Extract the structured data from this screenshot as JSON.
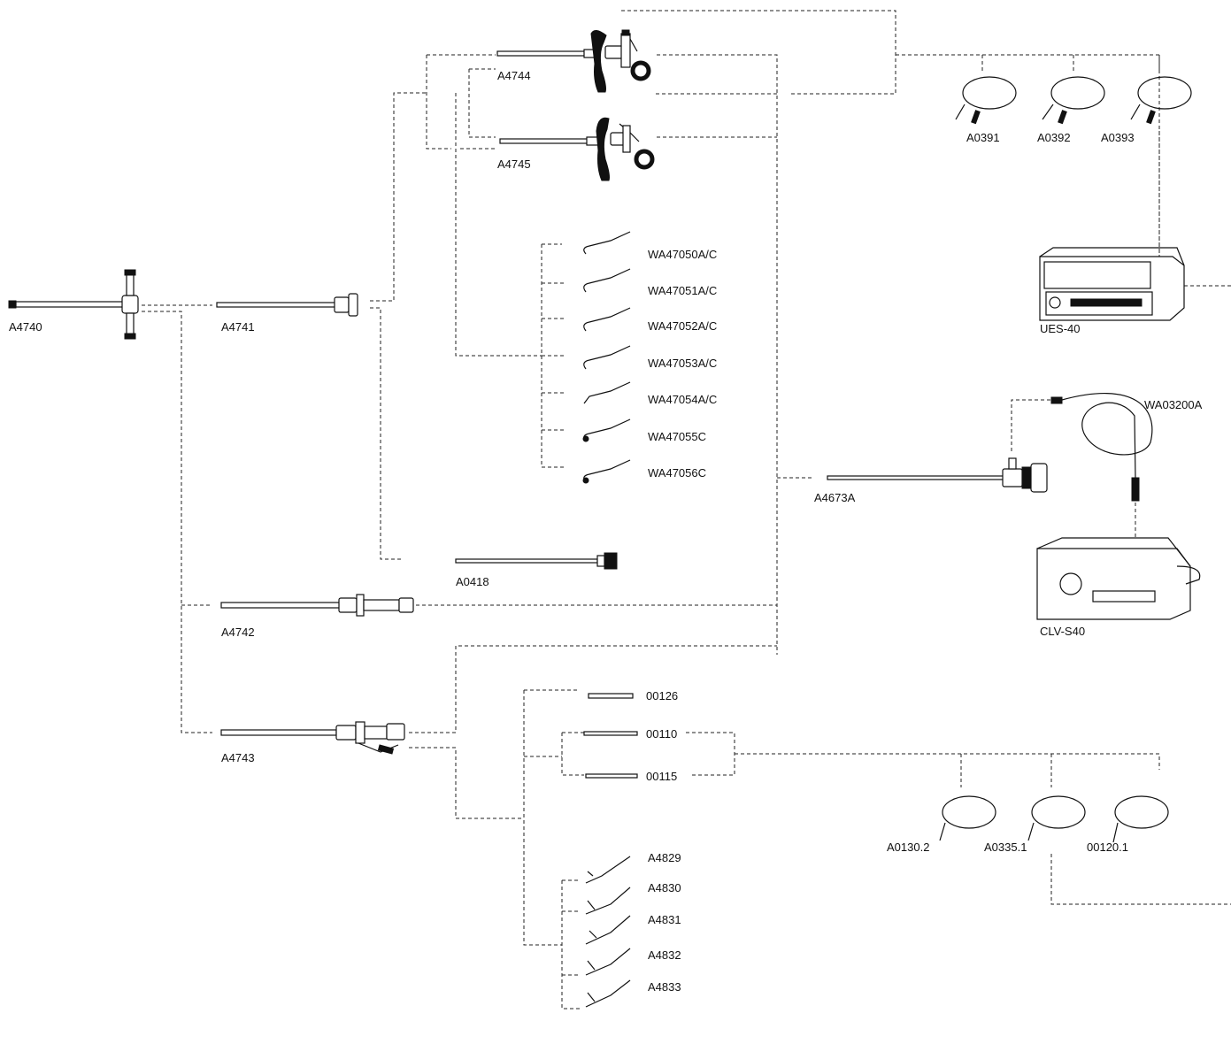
{
  "labels": {
    "A4740": "A4740",
    "A4741": "A4741",
    "A4742": "A4742",
    "A4743": "A4743",
    "A4744": "A4744",
    "A4745": "A4745",
    "A0418": "A0418",
    "A4673A": "A4673A",
    "WA03200A": "WA03200A",
    "UES40": "UES-40",
    "CLVS40": "CLV-S40",
    "A0391": "A0391",
    "A0392": "A0392",
    "A0393": "A0393",
    "WA47050AC": "WA47050A/C",
    "WA47051AC": "WA47051A/C",
    "WA47052AC": "WA47052A/C",
    "WA47053AC": "WA47053A/C",
    "WA47054AC": "WA47054A/C",
    "WA47055C": "WA47055C",
    "WA47056C": "WA47056C",
    "O0126": "00126",
    "O0110": "00110",
    "O0115": "00115",
    "A01302": "A0130.2",
    "A03351": "A0335.1",
    "O01201": "00120.1",
    "A4829": "A4829",
    "A4830": "A4830",
    "A4831": "A4831",
    "A4832": "A4832",
    "A4833": "A4833"
  }
}
